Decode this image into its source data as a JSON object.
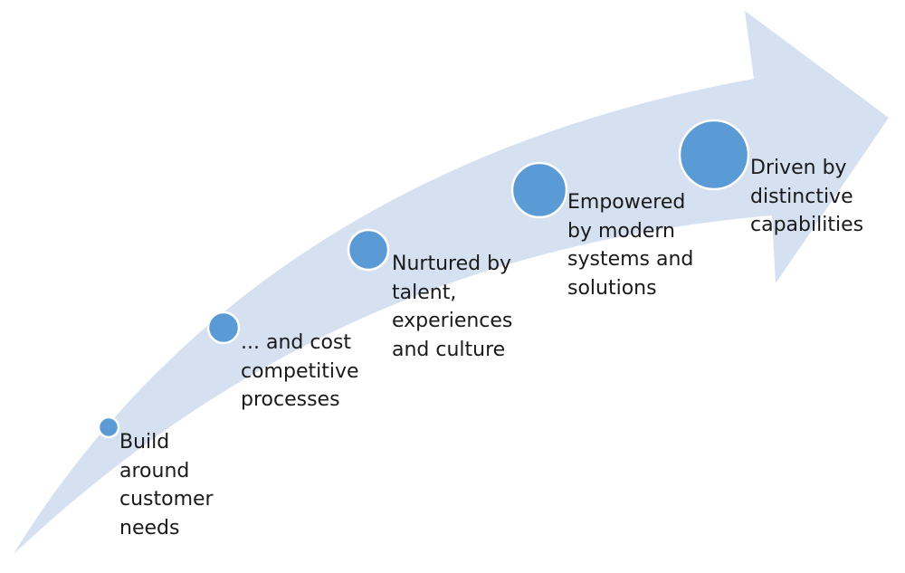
{
  "colors": {
    "arrow_fill": "#d5e0f1",
    "dot_fill": "#5b9bd5",
    "dot_stroke": "#ffffff",
    "text": "#1a1a1a"
  },
  "steps": [
    {
      "label": "Build\naround\ncustomer\nneeds"
    },
    {
      "label": "... and cost\ncompetitive\nprocesses"
    },
    {
      "label": "Nurtured by\ntalent,\nexperiences\nand culture"
    },
    {
      "label": "Empowered\nby modern\nsystems and\nsolutions"
    },
    {
      "label": "Driven by\ndistinctive\ncapabilities"
    }
  ]
}
